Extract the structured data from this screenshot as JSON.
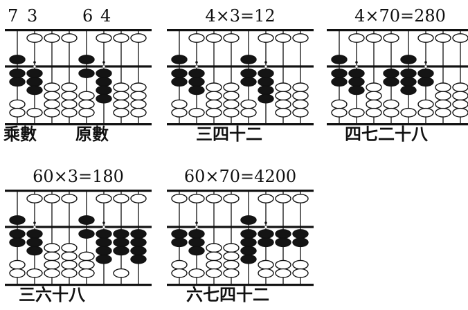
{
  "panels": [
    {
      "id": "operands",
      "title_parts": [
        "7",
        "3",
        "6",
        "4"
      ],
      "captions": [
        "乘數",
        "原數"
      ],
      "rods": [
        {
          "heaven": 1,
          "earth": 2
        },
        {
          "heaven": 0,
          "earth": 3
        },
        {
          "heaven": 0,
          "earth": 0
        },
        {
          "heaven": 0,
          "earth": 0
        },
        {
          "heaven": 1,
          "earth": 1
        },
        {
          "heaven": 0,
          "earth": 4
        },
        {
          "heaven": 0,
          "earth": 0
        },
        {
          "heaven": 0,
          "earth": 0
        }
      ]
    },
    {
      "id": "step-1",
      "title": "4×3=12",
      "caption": "三四十二",
      "rods": [
        {
          "heaven": 1,
          "earth": 2
        },
        {
          "heaven": 0,
          "earth": 3
        },
        {
          "heaven": 0,
          "earth": 0
        },
        {
          "heaven": 0,
          "earth": 0
        },
        {
          "heaven": 1,
          "earth": 2
        },
        {
          "heaven": 0,
          "earth": 4
        },
        {
          "heaven": 0,
          "earth": 0
        },
        {
          "heaven": 0,
          "earth": 0
        }
      ]
    },
    {
      "id": "step-2",
      "title": "4×70=280",
      "caption": "四七二十八",
      "rods": [
        {
          "heaven": 1,
          "earth": 2
        },
        {
          "heaven": 0,
          "earth": 3
        },
        {
          "heaven": 0,
          "earth": 0
        },
        {
          "heaven": 0,
          "earth": 2
        },
        {
          "heaven": 1,
          "earth": 3
        },
        {
          "heaven": 0,
          "earth": 2
        },
        {
          "heaven": 0,
          "earth": 0
        },
        {
          "heaven": 0,
          "earth": 0
        }
      ]
    },
    {
      "id": "step-3",
      "title": "60×3=180",
      "caption": "三六十八",
      "rods": [
        {
          "heaven": 1,
          "earth": 2
        },
        {
          "heaven": 0,
          "earth": 3
        },
        {
          "heaven": 0,
          "earth": 0
        },
        {
          "heaven": 0,
          "earth": 0
        },
        {
          "heaven": 1,
          "earth": 1
        },
        {
          "heaven": 0,
          "earth": 4
        },
        {
          "heaven": 0,
          "earth": 3
        },
        {
          "heaven": 0,
          "earth": 4
        }
      ]
    },
    {
      "id": "step-4",
      "title": "60×70=4200",
      "caption": "六七四十二",
      "rods": [
        {
          "heaven": 0,
          "earth": 2
        },
        {
          "heaven": 0,
          "earth": 3
        },
        {
          "heaven": 0,
          "earth": 0
        },
        {
          "heaven": 0,
          "earth": 0
        },
        {
          "heaven": 1,
          "earth": 4
        },
        {
          "heaven": 0,
          "earth": 2
        },
        {
          "heaven": 0,
          "earth": 2
        },
        {
          "heaven": 0,
          "earth": 2
        }
      ]
    }
  ]
}
